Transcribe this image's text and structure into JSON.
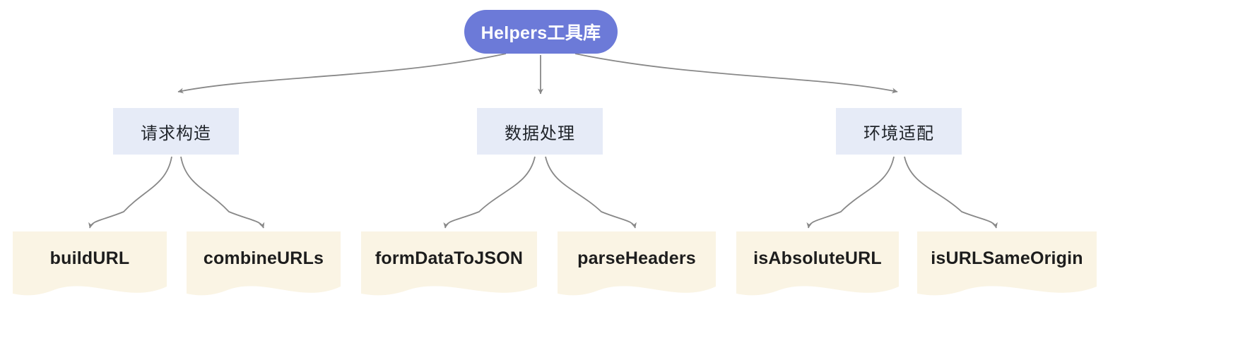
{
  "diagram": {
    "type": "tree-flowchart",
    "orientation": "top-down",
    "background_color": "#ffffff",
    "edge_color": "#888888",
    "root": {
      "label": "Helpers工具库",
      "fill": "#6c7ad8",
      "text_color": "#ffffff"
    },
    "groups": [
      {
        "label": "请求构造",
        "fill": "#e6ebf7",
        "text_color": "#1f2329"
      },
      {
        "label": "数据处理",
        "fill": "#e6ebf7",
        "text_color": "#1f2329"
      },
      {
        "label": "环境适配",
        "fill": "#e6ebf7",
        "text_color": "#1f2329"
      }
    ],
    "leaves": [
      {
        "label": "buildURL",
        "fill": "#faf4e4",
        "text_color": "#1d1d1d",
        "parent": "请求构造"
      },
      {
        "label": "combineURLs",
        "fill": "#faf4e4",
        "text_color": "#1d1d1d",
        "parent": "请求构造"
      },
      {
        "label": "formDataToJSON",
        "fill": "#faf4e4",
        "text_color": "#1d1d1d",
        "parent": "数据处理"
      },
      {
        "label": "parseHeaders",
        "fill": "#faf4e4",
        "text_color": "#1d1d1d",
        "parent": "数据处理"
      },
      {
        "label": "isAbsoluteURL",
        "fill": "#faf4e4",
        "text_color": "#1d1d1d",
        "parent": "环境适配"
      },
      {
        "label": "isURLSameOrigin",
        "fill": "#faf4e4",
        "text_color": "#1d1d1d",
        "parent": "环境适配"
      }
    ]
  }
}
